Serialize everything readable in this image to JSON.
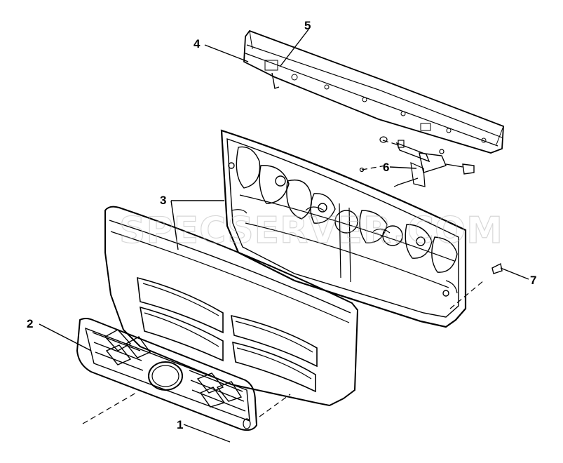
{
  "watermark": "SPECSERVER.COM",
  "callouts": [
    {
      "id": "1",
      "label": "1"
    },
    {
      "id": "2",
      "label": "2"
    },
    {
      "id": "3",
      "label": "3"
    },
    {
      "id": "4",
      "label": "4"
    },
    {
      "id": "5",
      "label": "5"
    },
    {
      "id": "6",
      "label": "6"
    },
    {
      "id": "7",
      "label": "7"
    }
  ],
  "colors": {
    "line": "#000000",
    "panel_fill": "#ffffff",
    "watermark": "#b8b8b8"
  }
}
